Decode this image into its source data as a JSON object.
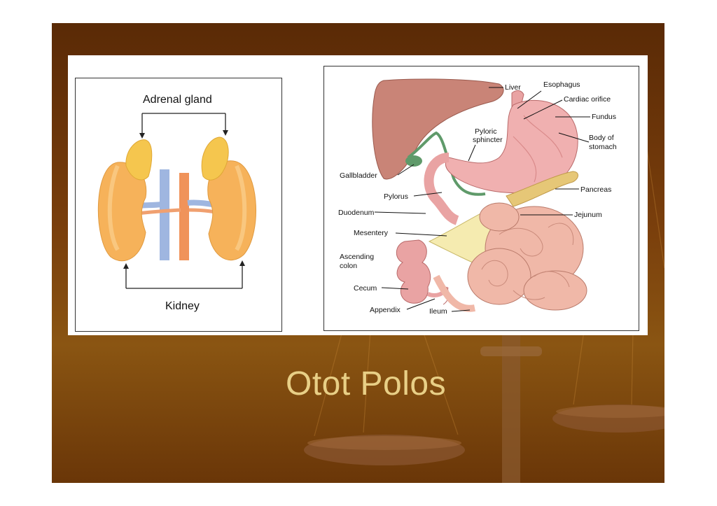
{
  "slide": {
    "title": "Otot Polos",
    "colors": {
      "background": "#6e3a0a",
      "title": "#e8cf86"
    }
  },
  "kidney_figure": {
    "labels": {
      "adrenal_gland": "Adrenal gland",
      "kidney": "Kidney"
    }
  },
  "digestive_figure": {
    "labels": {
      "liver": "Liver",
      "esophagus": "Esophagus",
      "cardiac_orifice": "Cardiac orifice",
      "fundus": "Fundus",
      "body_of_stomach_1": "Body of",
      "body_of_stomach_2": "stomach",
      "pyloric_sphincter_1": "Pyloric",
      "pyloric_sphincter_2": "sphincter",
      "gallbladder": "Gallbladder",
      "pylorus": "Pylorus",
      "pancreas": "Pancreas",
      "duodenum": "Duodenum",
      "jejunum": "Jejunum",
      "mesentery": "Mesentery",
      "ascending_colon_1": "Ascending",
      "ascending_colon_2": "colon",
      "cecum": "Cecum",
      "appendix": "Appendix",
      "ileum": "Ileum"
    }
  }
}
